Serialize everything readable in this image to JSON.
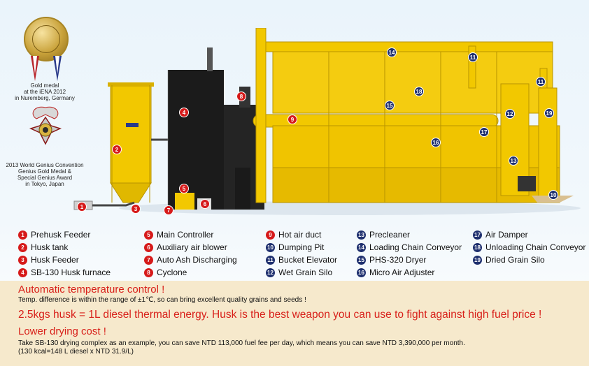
{
  "awards": {
    "gold": {
      "line1": "Gold medal",
      "line2": "at the iENA 2012",
      "line3": "in Nuremberg, Germany"
    },
    "genius": {
      "line1": "2013 World Genius Convention",
      "line2": "Genius Gold Medal &",
      "line3": "Special Genius Award",
      "line4": "in Tokyo, Japan"
    }
  },
  "legend": {
    "col1": [
      {
        "num": "1",
        "label": "Prehusk Feeder"
      },
      {
        "num": "2",
        "label": "Husk tank"
      },
      {
        "num": "3",
        "label": "Husk Feeder"
      },
      {
        "num": "4",
        "label": "SB-130 Husk furnace"
      }
    ],
    "col2": [
      {
        "num": "5",
        "label": "Main Controller"
      },
      {
        "num": "6",
        "label": "Auxiliary air blower"
      },
      {
        "num": "7",
        "label": "Auto Ash Discharging"
      },
      {
        "num": "8",
        "label": "Cyclone"
      }
    ],
    "col3": [
      {
        "num": "9",
        "label": "Hot air duct"
      },
      {
        "num": "10",
        "label": "Dumping Pit"
      },
      {
        "num": "11",
        "label": "Bucket Elevator"
      },
      {
        "num": "12",
        "label": "Wet Grain Silo"
      }
    ],
    "col4": [
      {
        "num": "13",
        "label": "Precleaner"
      },
      {
        "num": "14",
        "label": "Loading Chain Conveyor"
      },
      {
        "num": "15",
        "label": "PHS-320 Dryer"
      },
      {
        "num": "16",
        "label": "Micro Air Adjuster"
      }
    ],
    "col5": [
      {
        "num": "17",
        "label": "Air Damper"
      },
      {
        "num": "18",
        "label": "Unloading Chain Conveyor"
      },
      {
        "num": "19",
        "label": "Dried Grain Silo"
      }
    ]
  },
  "info": {
    "h1": "Automatic temperature control !",
    "p1": "Temp. difference is within the range of ±1℃, so can bring excellent quality grains and seeds !",
    "h2": "2.5kgs husk = 1L diesel thermal energy. Husk is the best weapon you can use to fight against high fuel price !",
    "h3": "Lower drying cost !",
    "p3a": "Take SB-130 drying complex as an example, you can save NTD 113,000 fuel fee per day, which means you can save NTD 3,390,000 per month.",
    "p3b": "(130 kcal=148 L diesel x NTD 31.9/L)"
  },
  "colors": {
    "machine_yellow": "#f2c800",
    "furnace_black": "#1b1b1b",
    "red_badge": "#d61a1a",
    "navy_badge": "#1e2f6e",
    "headline_red": "#d8201a",
    "panel": "#f6e9cc"
  },
  "icons": {
    "medal": "gold-medal-icon",
    "award": "genius-award-icon"
  }
}
